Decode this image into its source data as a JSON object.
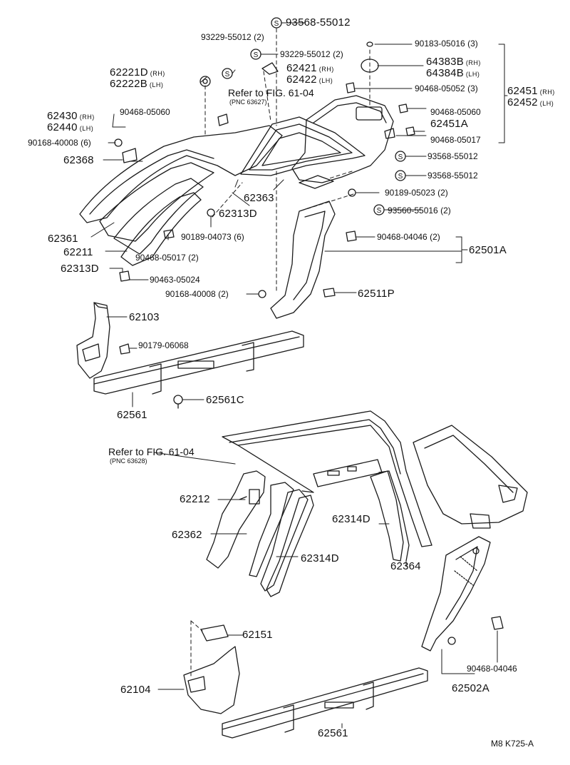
{
  "callouts": {
    "s_93568_top": "93568-55012",
    "s_93229_a": "93229-55012 (2)",
    "s_93229_b": "93229-55012 (2)",
    "p_90183": "90183-05016 (3)",
    "p_64383B": "64383B",
    "p_64384B": "64384B",
    "rh": "(RH)",
    "lh": "(LH)",
    "p_62221D": "62221D",
    "p_62222B": "62222B",
    "p_62421": "62421",
    "p_62422": "62422",
    "p_90468_05052": "90468-05052 (3)",
    "p_62451": "62451",
    "p_62452": "62452",
    "ref_top": "Refer to FIG. 61-04",
    "pnc_top": "(PNC 63627)",
    "p_62430": "62430",
    "p_62440": "62440",
    "p_90468_05060_a": "90468-05060",
    "p_90468_05060_b": "90468-05060",
    "p_62451A": "62451A",
    "p_90168_40008_6": "90168-40008 (6)",
    "p_90468_05017_r": "90468-05017",
    "p_62368": "62368",
    "s_93568_mid1": "93568-55012",
    "s_93568_mid2": "93568-55012",
    "p_62363": "62363",
    "p_90189_05023": "90189-05023 (2)",
    "p_62313D_a": "62313D",
    "s_93560": "93560-55016 (2)",
    "p_62361": "62361",
    "p_90189_04073": "90189-04073 (6)",
    "p_90468_04046_2": "90468-04046 (2)",
    "p_62211": "62211",
    "p_62501A": "62501A",
    "p_90468_05017_2": "90468-05017 (2)",
    "p_62313D_b": "62313D",
    "p_90463_05024": "90463-05024",
    "p_90168_40008_2": "90168-40008 (2)",
    "p_62511P": "62511P",
    "p_62103": "62103",
    "p_90179_06068": "90179-06068",
    "p_62561C": "62561C",
    "p_62561_a": "62561",
    "ref_bottom": "Refer to FIG. 61-04",
    "pnc_bottom": "(PNC 63628)",
    "p_62212": "62212",
    "p_62314D_a": "62314D",
    "p_62362": "62362",
    "p_62364": "62364",
    "p_62314D_b": "62314D",
    "p_62151": "62151",
    "p_90468_04046": "90468-04046",
    "p_62104": "62104",
    "p_62502A": "62502A",
    "p_62561_b": "62561",
    "footer_code": "M8 K725-A"
  },
  "styles": {
    "line_color": "#1a1a1a",
    "paper": "#ffffff"
  }
}
